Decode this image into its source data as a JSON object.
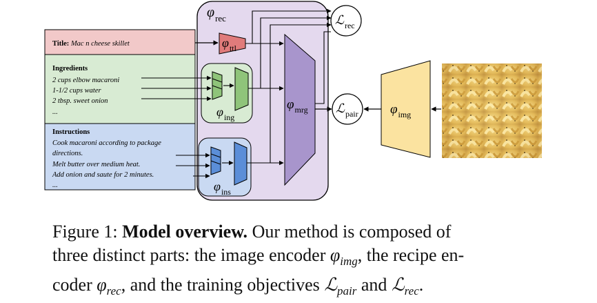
{
  "diagram": {
    "title_box": {
      "label": "Title:",
      "value": "Mac n cheese skillet"
    },
    "ingredients_box": {
      "heading": "Ingredients",
      "lines": [
        "2 cups elbow macaroni",
        "1-1/2 cups water",
        "2 tbsp. sweet onion",
        "..."
      ]
    },
    "instructions_box": {
      "heading": "Instructions",
      "lines": [
        "Cook macaroni according to package",
        "directions.",
        "Melt butter over medium heat.",
        "Add onion and saute for 2 minutes.",
        "..."
      ]
    },
    "labels": {
      "phi": "φ",
      "rec_sub": "rec",
      "ttl_sub": "ttl",
      "ing_sub": "ing",
      "ins_sub": "ins",
      "mrg_sub": "mrg",
      "img_sub": "img",
      "loss": "ℒ",
      "loss_rec_sub": "rec",
      "loss_pair_sub": "pair"
    },
    "colors": {
      "title_fill": "#f2c9c9",
      "ingredients_fill": "#d8ebd3",
      "instructions_fill": "#c9d9f2",
      "recipe_encoder_fill": "#e4d9ee",
      "ttl_block": "#e07b7b",
      "ing_block": "#8fc47a",
      "ins_block": "#5b8ed8",
      "merge_block": "#a895cc",
      "img_block": "#fbe3a0"
    }
  },
  "caption": {
    "fig_label": "Figure 1:",
    "bold_title": "Model overview.",
    "line1_rest": "Our method is composed of",
    "line2_a": "three distinct parts: the image encoder",
    "line2_b": ", the recipe en-",
    "line3_a": "coder",
    "line3_b": ", and the training objectives",
    "line3_c": "and",
    "line3_d": ".",
    "phi": "φ",
    "loss": "ℒ",
    "sub_img": "img",
    "sub_rec": "rec",
    "sub_pair": "pair"
  }
}
